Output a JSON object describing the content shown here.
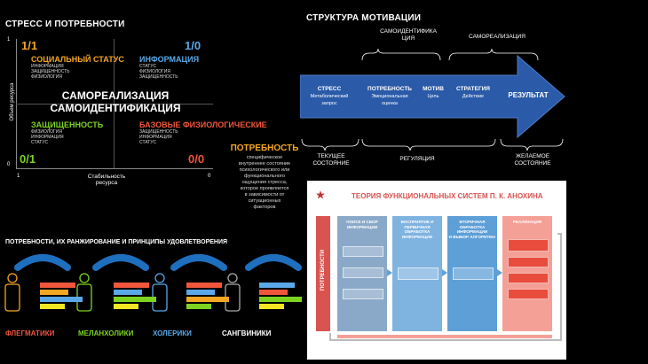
{
  "stress": {
    "title": "СТРЕСС И ПОТРЕБНОСТИ",
    "y_axis": "Объем ресурса",
    "x_axis": "Стабильность ресурса",
    "corner_1": "1",
    "corner_0": "0",
    "corner_1x": "1",
    "corner_0x": "0",
    "q_tl_code": "1/1",
    "q_tr_code": "1/0",
    "q_bl_code": "0/1",
    "q_br_code": "0/0",
    "q_tl_title": "СОЦИАЛЬНЫЙ СТАТУС",
    "q_tl_items": [
      "ИНФОРМАЦИЯ",
      "ЗАЩИЩЕННОСТЬ",
      "ФИЗИОЛОГИЯ"
    ],
    "q_tr_title": "ИНФОРМАЦИЯ",
    "q_tr_items": [
      "СТАТУС",
      "ФИЗИОЛОГИЯ",
      "ЗАЩИЩЕННОСТЬ"
    ],
    "center_1": "САМОРЕАЛИЗАЦИЯ",
    "center_2": "САМОИДЕНТИФИКАЦИЯ",
    "q_bl_title": "ЗАЩИЩЕННОСТЬ",
    "q_bl_items": [
      "ФИЗИОЛОГИЯ",
      "ИНФОРМАЦИЯ",
      "СТАТУС"
    ],
    "q_br_title": "БАЗОВЫЕ ФИЗИОЛОГИЧЕСКИЕ",
    "q_br_items": [
      "ЗАЩИЩЕННОСТЬ",
      "ИНФОРМАЦИЯ",
      "СТАТУС"
    ]
  },
  "motivation": {
    "title": "СТРУКТУРА МОТИВАЦИИ",
    "top_1": "САМОИДЕНТИФИКА",
    "top_1b": "ЦИЯ",
    "top_2": "САМОРЕАЛИЗАЦИЯ",
    "steps": [
      {
        "t": "СТРЕСС",
        "s": "Метаболический",
        "s2": "запрос"
      },
      {
        "t": "ПОТРЕБНОСТЬ",
        "s": "Эмоциональная",
        "s2": "оценка"
      },
      {
        "t": "МОТИВ",
        "s": "Цель",
        "s2": ""
      },
      {
        "t": "СТРАТЕГИЯ",
        "s": "Действие",
        "s2": ""
      },
      {
        "t": "РЕЗУЛЬТАТ",
        "s": "",
        "s2": ""
      }
    ],
    "bottom_1a": "ТЕКУЩЕЕ",
    "bottom_1b": "СОСТОЯНИЕ",
    "bottom_2": "РЕГУЛЯЦИЯ",
    "bottom_3a": "ЖЕЛАЕМОЕ",
    "bottom_3b": "СОСТОЯНИЕ"
  },
  "need": {
    "title": "ПОТРЕБНОСТЬ",
    "lines": [
      "специфическое",
      "внутреннее состояние",
      "психологического или",
      "функционального",
      "ощущения стресса,",
      "которое проявляется",
      "в зависимости от",
      "ситуационных",
      "факторов"
    ]
  },
  "ranking": {
    "title": "ПОТРЕБНОСТИ, ИХ РАНЖИРОВАНИЕ И ПРИНЦИПЫ УДОВЛЕТВОРЕНИЯ",
    "types": [
      "ФЛЕГМАТИКИ",
      "МЕЛАНХОЛИКИ",
      "ХОЛЕРИКИ",
      "САНГВИНИКИ"
    ]
  },
  "anokhin": {
    "title": "ТЕОРИЯ ФУНКЦИОНАЛЬНЫХ СИСТЕМ П. К. АНОХИНА",
    "side": "ПОТРЕБНОСТИ",
    "cols": [
      {
        "t1": "ПОИСК И СБОР",
        "t2": "ИНФОРМАЦИИ",
        "t3": ""
      },
      {
        "t1": "ВОСПРИЯТИЕ И",
        "t2": "ПЕРВИЧНАЯ ОБРАБОТКА",
        "t3": "ИНФОРМАЦИИ"
      },
      {
        "t1": "ВТОРИЧНАЯ",
        "t2": "ОБРАБОТКА ИНФОРМАЦИИ",
        "t3": "И ВЫБОР АЛГОРИТМА"
      },
      {
        "t1": "РЕАЛИЗАЦИЯ",
        "t2": "",
        "t3": ""
      }
    ],
    "colors": {
      "blue1": "#8aa9c8",
      "blue2": "#5d9fd6",
      "blue3": "#7fb3e0",
      "red": "#f05a4f"
    }
  },
  "colors": {
    "orange": "#f5a623",
    "blue": "#5aa8e8",
    "green": "#7ed321",
    "red": "#f0563c",
    "arrow": "#2a5aa8"
  }
}
